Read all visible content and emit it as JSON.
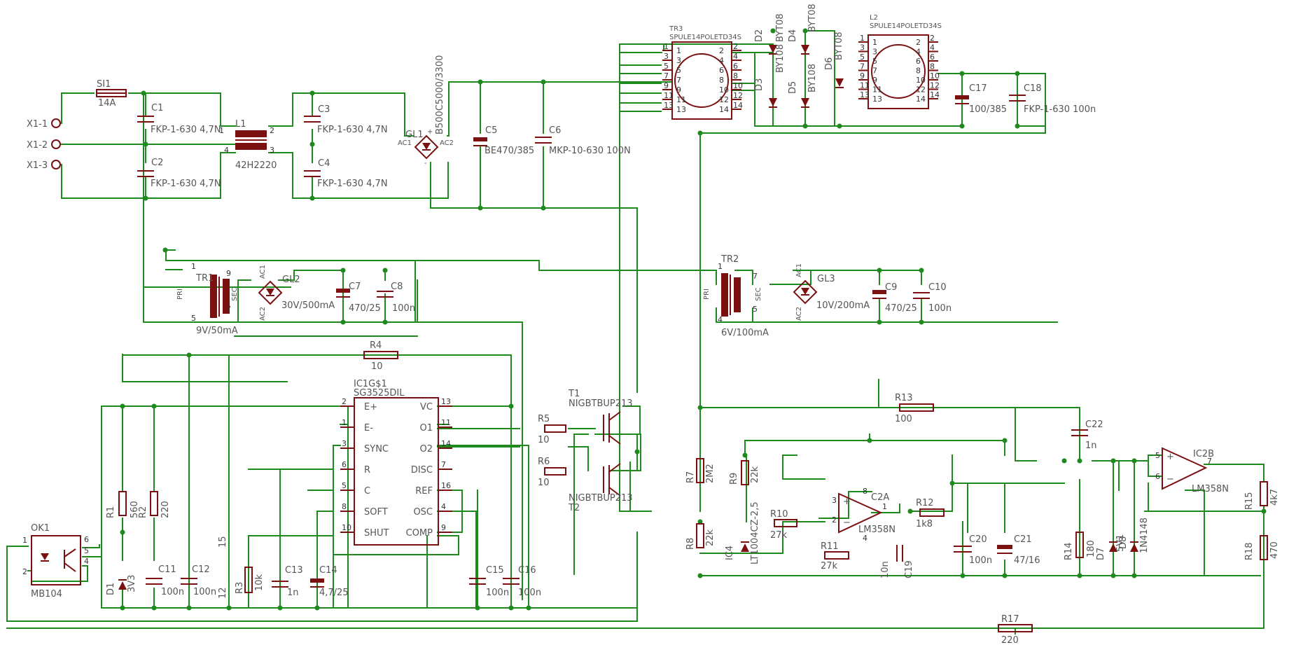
{
  "connectors": [
    "X1-1",
    "X1-2",
    "X1-3"
  ],
  "fuse": {
    "name": "SI1",
    "value": "14A"
  },
  "filter": {
    "c1": {
      "name": "C1",
      "value": "FKP-1-630 4,7N"
    },
    "c2": {
      "name": "C2",
      "value": "FKP-1-630 4,7N"
    },
    "c3": {
      "name": "C3",
      "value": "FKP-1-630 4,7N"
    },
    "c4": {
      "name": "C4",
      "value": "FKP-1-630 4,7N"
    },
    "l1": {
      "name": "L1",
      "value": "42H2220",
      "pins": [
        "1",
        "2",
        "3",
        "4"
      ]
    }
  },
  "rectifier": {
    "gl1": {
      "name": "GL1",
      "value": "B500C5000/3300",
      "ac1": "AC1",
      "ac2": "AC2",
      "plus": "+",
      "minus": "-"
    },
    "c5": {
      "name": "C5",
      "value": "BE470/385"
    },
    "c6": {
      "name": "C6",
      "value": "MKP-10-630 100N"
    }
  },
  "tr3": {
    "name": "TR3",
    "value": "SPULE14POLETD34S",
    "pins_left": [
      "1",
      "3",
      "5",
      "7",
      "9",
      "11",
      "13"
    ],
    "pins_right": [
      "2",
      "4",
      "6",
      "8",
      "10",
      "12",
      "14"
    ]
  },
  "l2": {
    "name": "L2",
    "value": "SPULE14POLETD34S",
    "pins_left": [
      "1",
      "3",
      "5",
      "7",
      "9",
      "11",
      "13"
    ],
    "pins_right": [
      "2",
      "4",
      "6",
      "8",
      "10",
      "12",
      "14"
    ]
  },
  "diodes_out": {
    "d2": {
      "name": "D2",
      "value": "BYT08"
    },
    "d3": {
      "name": "D3",
      "value": "BY108"
    },
    "d4": {
      "name": "D4",
      "value": "BYT08"
    },
    "d5": {
      "name": "D5",
      "value": "BY108"
    },
    "d6": {
      "name": "D6",
      "value": "BYT08"
    }
  },
  "output": {
    "c17": {
      "name": "C17",
      "value": "100/385"
    },
    "c18": {
      "name": "C18",
      "value": "FKP-1-630 100n"
    }
  },
  "tr1": {
    "name": "TR1",
    "value": "9V/50mA",
    "pri": "PRI",
    "sec": "SEC",
    "pins": [
      "1",
      "5",
      "9",
      "7"
    ]
  },
  "gl2": {
    "name": "GL2",
    "value": "30V/500mA",
    "ac1": "AC1",
    "ac2": "AC2"
  },
  "c7": {
    "name": "C7",
    "value": "470/25"
  },
  "c8": {
    "name": "C8",
    "value": "100n"
  },
  "tr2": {
    "name": "TR2",
    "value": "6V/100mA",
    "pri": "PRI",
    "sec": "SEC",
    "pins": [
      "1",
      "4",
      "7",
      "5"
    ]
  },
  "gl3": {
    "name": "GL3",
    "value": "10V/200mA",
    "ac1": "AC1",
    "ac2": "AC2"
  },
  "c9": {
    "name": "C9",
    "value": "470/25"
  },
  "c10": {
    "name": "C10",
    "value": "100n"
  },
  "r4": {
    "name": "R4",
    "value": "10"
  },
  "ic1": {
    "name": "IC1G$1",
    "value": "SG3525DIL",
    "left_pins": [
      {
        "num": "2",
        "label": "E+"
      },
      {
        "num": "1",
        "label": "E-"
      },
      {
        "num": "3",
        "label": "SYNC"
      },
      {
        "num": "6",
        "label": "R"
      },
      {
        "num": "5",
        "label": "C"
      },
      {
        "num": "8",
        "label": "SOFT"
      },
      {
        "num": "10",
        "label": "SHUT"
      }
    ],
    "right_pins": [
      {
        "num": "13",
        "label": "VC"
      },
      {
        "num": "11",
        "label": "O1"
      },
      {
        "num": "14",
        "label": "O2"
      },
      {
        "num": "7",
        "label": "DISC"
      },
      {
        "num": "16",
        "label": "REF"
      },
      {
        "num": "4",
        "label": "OSC"
      },
      {
        "num": "9",
        "label": "COMP"
      }
    ]
  },
  "t1": {
    "name": "T1",
    "value": "NIGBTBUP213"
  },
  "t2": {
    "name": "T2",
    "value": "NIGBTBUP213"
  },
  "r5": {
    "name": "R5",
    "value": "10"
  },
  "r6": {
    "name": "R6",
    "value": "10"
  },
  "ok1": {
    "name": "OK1",
    "value": "MB104",
    "pins": [
      "1",
      "2",
      "6",
      "5",
      "4"
    ]
  },
  "r1": {
    "name": "R1",
    "value": "560"
  },
  "r2": {
    "name": "R2",
    "value": "220"
  },
  "d1": {
    "name": "D1",
    "value": "3V3"
  },
  "c11": {
    "name": "C11",
    "value": "100n"
  },
  "c12": {
    "name": "C12",
    "value": "100n"
  },
  "r3": {
    "name": "R3",
    "value": "10k"
  },
  "c13": {
    "name": "C13",
    "value": "1n"
  },
  "c14": {
    "name": "C14",
    "value": "4,7/25"
  },
  "c15": {
    "name": "C15",
    "value": "100n"
  },
  "c16": {
    "name": "C16",
    "value": "100n"
  },
  "pin15": "15",
  "pin12": "12",
  "r7": {
    "name": "R7",
    "value": "2M2"
  },
  "r8": {
    "name": "R8",
    "value": "22k"
  },
  "r9": {
    "name": "R9",
    "value": "22k"
  },
  "r10": {
    "name": "R10",
    "value": "27k"
  },
  "r11": {
    "name": "R11",
    "value": "27k"
  },
  "r12": {
    "name": "R12",
    "value": "1k8"
  },
  "r13": {
    "name": "R13",
    "value": "100"
  },
  "r14": {
    "name": "R14",
    "value": "180"
  },
  "r15": {
    "name": "R15",
    "value": "4k7"
  },
  "r17": {
    "name": "R17",
    "value": "220"
  },
  "r18": {
    "name": "R18",
    "value": "470"
  },
  "ic4": {
    "name": "IC4",
    "value": "LT1004CZ-2,5"
  },
  "c2a": {
    "name": "C2A",
    "value": "LM358N",
    "pins": [
      "3",
      "2",
      "1",
      "8",
      "4"
    ]
  },
  "ic2b": {
    "name": "IC2B",
    "value": "LM358N",
    "pins": [
      "5",
      "6",
      "7"
    ]
  },
  "c19": {
    "name": "C19",
    "value": "10n"
  },
  "c20": {
    "name": "C20",
    "value": "100n"
  },
  "c21": {
    "name": "C21",
    "value": "47/16"
  },
  "c22": {
    "name": "C22",
    "value": "1n"
  },
  "d7": {
    "name": "D7",
    "value": "5V1"
  },
  "d8": {
    "name": "D8",
    "value": "1N4148"
  },
  "colors": {
    "wire": "#1e8a1e",
    "component": "#7a1010",
    "text": "#555555"
  }
}
